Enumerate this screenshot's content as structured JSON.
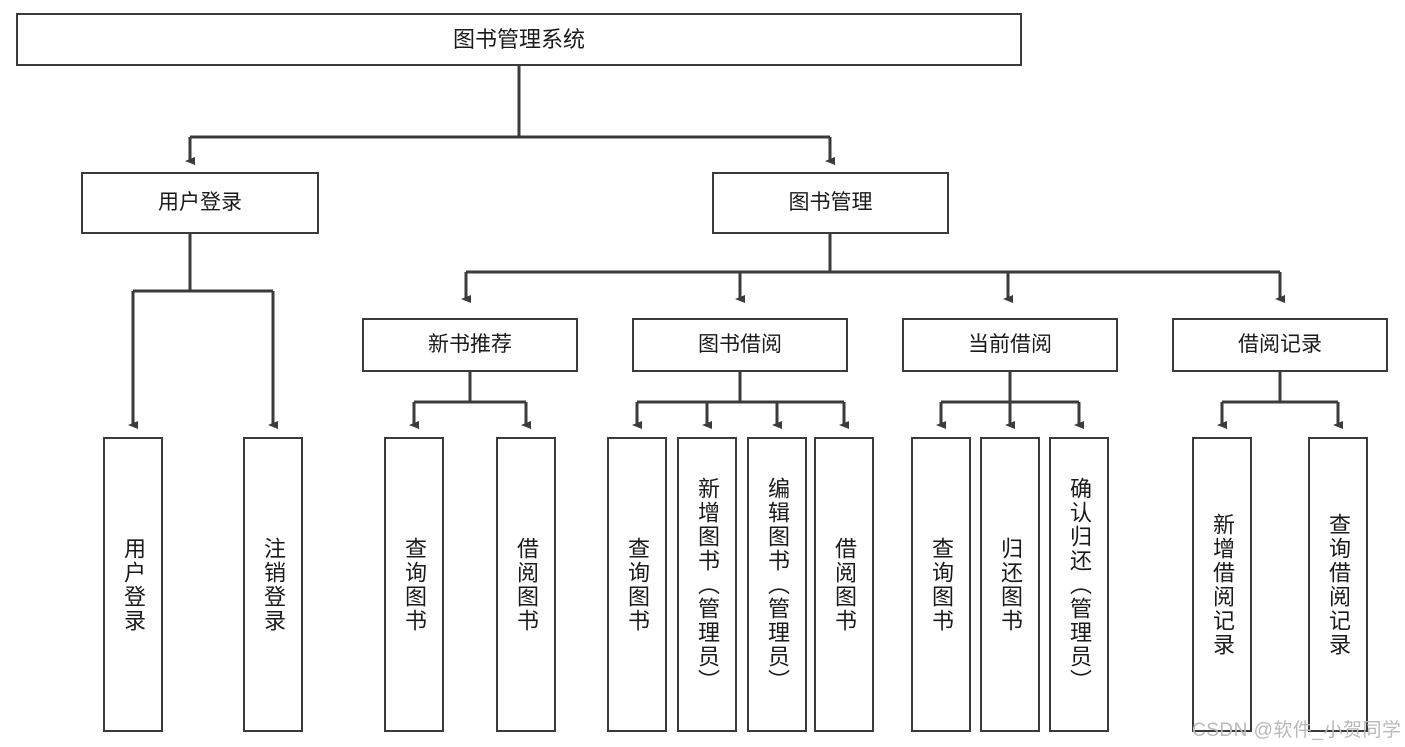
{
  "diagram": {
    "title": "图书管理系统",
    "type": "tree-hierarchy",
    "root": {
      "id": "root",
      "label": "图书管理系统"
    },
    "level2": [
      {
        "id": "user-login",
        "label": "用户登录"
      },
      {
        "id": "book-manage",
        "label": "图书管理"
      }
    ],
    "level3": [
      {
        "id": "new-book-rec",
        "label": "新书推荐",
        "parent": "book-manage"
      },
      {
        "id": "book-borrow",
        "label": "图书借阅",
        "parent": "book-manage"
      },
      {
        "id": "current-borrow",
        "label": "当前借阅",
        "parent": "book-manage"
      },
      {
        "id": "borrow-record",
        "label": "借阅记录",
        "parent": "book-manage"
      }
    ],
    "leaves": {
      "user_login": [
        {
          "id": "leaf-user-login",
          "label": "用户登录"
        },
        {
          "id": "leaf-user-logout",
          "label": "注销登录"
        }
      ],
      "new_book_rec": [
        {
          "id": "leaf-query-book-1",
          "label": "查询图书"
        },
        {
          "id": "leaf-borrow-book-1",
          "label": "借阅图书"
        }
      ],
      "book_borrow": [
        {
          "id": "leaf-query-book-2",
          "label": "查询图书"
        },
        {
          "id": "leaf-add-book",
          "label": "新增图书（管理员）"
        },
        {
          "id": "leaf-edit-book",
          "label": "编辑图书（管理员）"
        },
        {
          "id": "leaf-borrow-book-2",
          "label": "借阅图书"
        }
      ],
      "current_borrow": [
        {
          "id": "leaf-query-book-3",
          "label": "查询图书"
        },
        {
          "id": "leaf-return-book",
          "label": "归还图书"
        },
        {
          "id": "leaf-confirm-return",
          "label": "确认归还（管理员）"
        }
      ],
      "borrow_record": [
        {
          "id": "leaf-add-record",
          "label": "新增借阅记录"
        },
        {
          "id": "leaf-query-record",
          "label": "查询借阅记录"
        }
      ]
    }
  },
  "watermark": {
    "text": "CSDN @软件_小贺同学"
  },
  "colors": {
    "border": "#3b3b3b",
    "background": "#ffffff",
    "text": "#1a1a1a",
    "watermark": "#b9b9b9"
  }
}
